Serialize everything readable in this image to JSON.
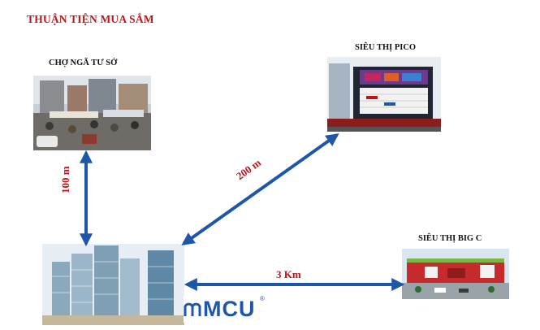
{
  "title": "THUẬN TIỆN MUA SẮM",
  "places": {
    "cho": "CHỢ NGÃ TƯ SỞ",
    "pico": "SIÊU THỊ PICO",
    "bigc": "SIÊU THỊ BIG C"
  },
  "distances": {
    "cho": "100 m",
    "pico": "200 m",
    "bigc": "3 Km"
  },
  "logo": {
    "text": "MCU",
    "registered": "®"
  },
  "colors": {
    "title": "#c0141b",
    "arrow": "#1f57a8",
    "distance": "#c0141b"
  }
}
